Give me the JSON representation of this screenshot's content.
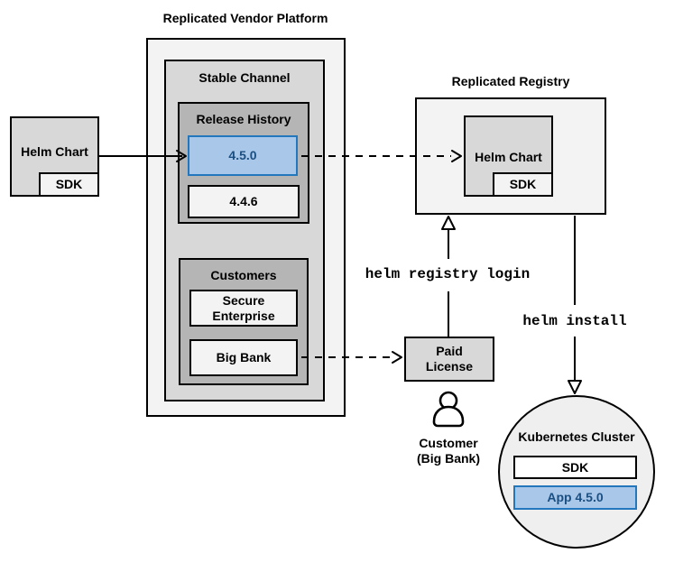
{
  "titles": {
    "vendor_platform": "Replicated Vendor Platform",
    "registry": "Replicated Registry"
  },
  "source_chart": {
    "label": "Helm Chart",
    "sdk": "SDK"
  },
  "vendor_platform": {
    "stable_channel": {
      "label": "Stable Channel",
      "release_history": {
        "label": "Release History",
        "releases": [
          {
            "version": "4.5.0",
            "highlighted": true
          },
          {
            "version": "4.4.6",
            "highlighted": false
          }
        ]
      },
      "customers": {
        "label": "Customers",
        "items": [
          "Secure Enterprise",
          "Big Bank"
        ]
      }
    }
  },
  "registry": {
    "helm_chart": "Helm Chart",
    "sdk": "SDK"
  },
  "paid_license": {
    "lines": [
      "Paid",
      "License"
    ]
  },
  "customer": {
    "lines": [
      "Customer",
      "(Big Bank)"
    ]
  },
  "commands": {
    "registry_login": "helm registry login",
    "install": "helm install"
  },
  "cluster": {
    "title": "Kubernetes Cluster",
    "sdk": "SDK",
    "app": "App 4.5.0"
  },
  "colors": {
    "highlight_fill": "#a9c7e8",
    "highlight_border": "#2277bd",
    "highlight_text": "#1b4f82",
    "box_light": "#f3f3f3",
    "box_mid": "#d8d8d8",
    "box_dark": "#b5b5b5",
    "line": "#000000"
  }
}
